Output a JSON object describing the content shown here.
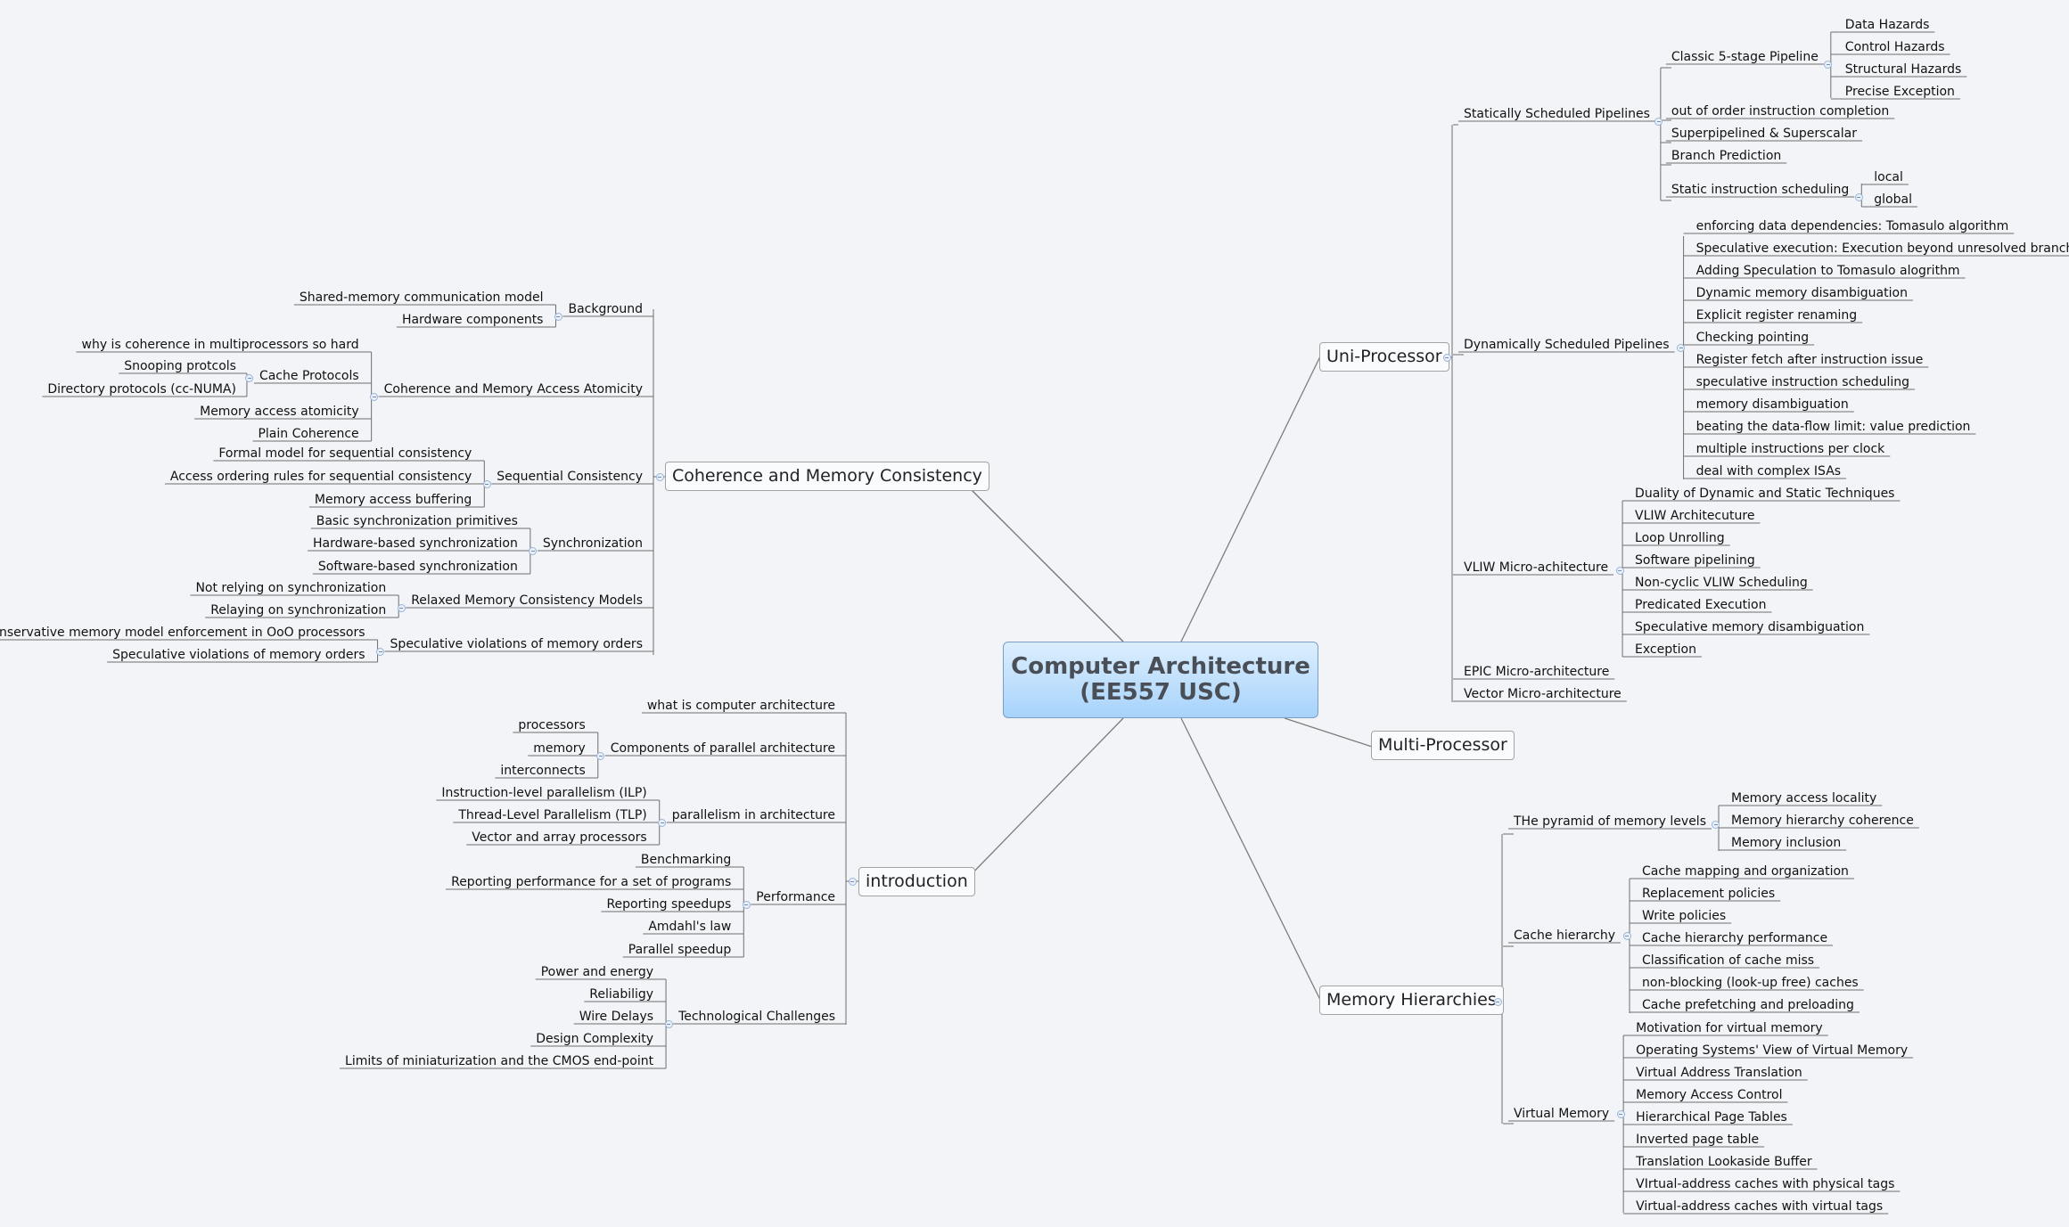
{
  "central": {
    "line1": "Computer Architecture",
    "line2": "(EE557 USC)"
  },
  "branches": {
    "uniprocessor": {
      "label": "Uni-Processor",
      "statically": {
        "label": "Statically Scheduled Pipelines",
        "classic": {
          "label": "Classic 5-stage Pipeline",
          "items": [
            "Data Hazards",
            "Control Hazards",
            "Structural Hazards",
            "Precise Exception"
          ]
        },
        "items": [
          "out of order instruction completion",
          "Superpipelined & Superscalar",
          "Branch Prediction"
        ],
        "static_sched": {
          "label": "Static instruction scheduling",
          "items": [
            "local",
            "global"
          ]
        }
      },
      "dynamically": {
        "label": "Dynamically Scheduled Pipelines",
        "items": [
          "enforcing data dependencies: Tomasulo algorithm",
          "Speculative execution: Execution beyond unresolved branches",
          "Adding Speculation to Tomasulo alogrithm",
          "Dynamic memory disambiguation",
          "Explicit register renaming",
          "Checking pointing",
          "Register fetch after instruction issue",
          "speculative instruction scheduling",
          "memory disambiguation",
          "beating the data-flow limit: value prediction",
          "multiple instructions per clock",
          "deal with complex ISAs"
        ]
      },
      "vliw": {
        "label": "VLIW Micro-achitecture",
        "items": [
          "Duality of Dynamic and Static Techniques",
          "VLIW Architecuture",
          "Loop Unrolling",
          "Software pipelining",
          "Non-cyclic VLIW Scheduling",
          "Predicated Execution",
          "Speculative memory disambiguation",
          "Exception"
        ]
      },
      "epic": "EPIC Micro-architecture",
      "vector": "Vector Micro-architecture"
    },
    "multiprocessor": {
      "label": "Multi-Processor"
    },
    "memory": {
      "label": "Memory Hierarchies",
      "pyramid": {
        "label": "THe pyramid of memory levels",
        "items": [
          "Memory access locality",
          "Memory hierarchy coherence",
          "Memory inclusion"
        ]
      },
      "cache": {
        "label": "Cache hierarchy",
        "items": [
          "Cache mapping and organization",
          "Replacement policies",
          "Write policies",
          "Cache hierarchy performance",
          "Classification of cache miss",
          "non-blocking (look-up free) caches",
          "Cache prefetching and preloading"
        ]
      },
      "virtual": {
        "label": "Virtual Memory",
        "items": [
          "Motivation for virtual memory",
          "Operating Systems' View of Virtual Memory",
          "Virtual Address Translation",
          "Memory Access Control",
          "Hierarchical Page Tables",
          "Inverted page table",
          "Translation Lookaside Buffer",
          "VIrtual-address caches with physical tags",
          "Virtual-address caches with virtual tags"
        ]
      }
    },
    "coherence": {
      "label": "Coherence and Memory Consistency",
      "background": {
        "label": "Background",
        "items": [
          "Shared-memory communication model",
          "Hardware components"
        ]
      },
      "cama": {
        "label": "Coherence and Memory Access Atomicity",
        "why": "why is coherence in multiprocessors so hard",
        "protocols": {
          "label": "Cache Protocols",
          "items": [
            "Snooping protcols",
            "Directory protocols (cc-NUMA)"
          ]
        },
        "items": [
          "Memory access atomicity",
          "Plain Coherence"
        ]
      },
      "sequential": {
        "label": "Sequential Consistency",
        "items": [
          "Formal model for sequential consistency",
          "Access ordering rules for sequential consistency",
          "Memory access buffering"
        ]
      },
      "sync": {
        "label": "Synchronization",
        "items": [
          "Basic synchronization primitives",
          "Hardware-based synchronization",
          "Software-based synchronization"
        ]
      },
      "relaxed": {
        "label": "Relaxed Memory Consistency Models",
        "items": [
          "Not relying on synchronization",
          "Relaying on synchronization"
        ]
      },
      "specviol": {
        "label": "Speculative violations of memory orders",
        "items": [
          "Conservative memory model enforcement in OoO processors",
          "Speculative violations of memory orders"
        ]
      }
    },
    "introduction": {
      "label": "introduction",
      "what": "what is computer architecture",
      "components": {
        "label": "Components of parallel architecture",
        "items": [
          "processors",
          "memory",
          "interconnects"
        ]
      },
      "parallelism": {
        "label": "parallelism in architecture",
        "items": [
          "Instruction-level parallelism (ILP)",
          "Thread-Level Parallelism (TLP)",
          "Vector and array processors"
        ]
      },
      "performance": {
        "label": "Performance",
        "items": [
          "Benchmarking",
          "Reporting performance for a set of programs",
          "Reporting speedups",
          "Amdahl's law",
          "Parallel speedup"
        ]
      },
      "tech": {
        "label": "Technological Challenges",
        "items": [
          "Power and energy",
          "Reliabiligy",
          "Wire Delays",
          "Design Complexity",
          "Limits of miniaturization and the CMOS end-point"
        ]
      }
    }
  }
}
